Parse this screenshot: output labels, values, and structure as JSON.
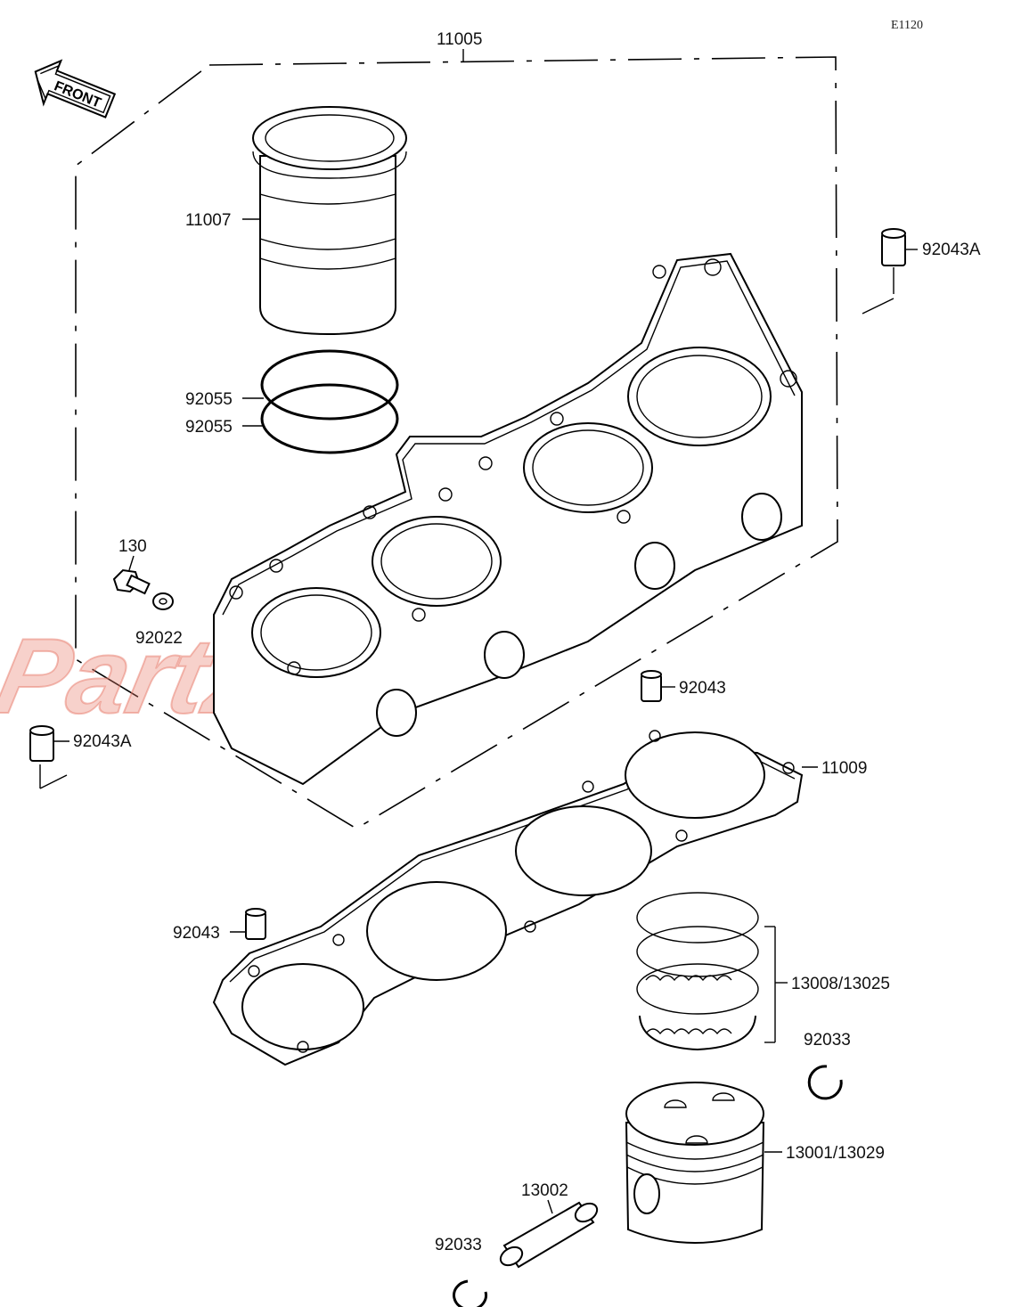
{
  "diagram": {
    "reference_code": "E1120",
    "front_label": "FRONT",
    "watermark": "Partzilla",
    "colors": {
      "line": "#000000",
      "background": "#ffffff",
      "watermark": "#e87a6a"
    },
    "callouts": {
      "c11005": "11005",
      "c11007": "11007",
      "c92055a": "92055",
      "c92055b": "92055",
      "c130": "130",
      "c92022": "92022",
      "c92043A_top": "92043A",
      "c92043A_left": "92043A",
      "c92043_mid": "92043",
      "c92043_low": "92043",
      "c11009": "11009",
      "c13008": "13008/13025",
      "c92033_right": "92033",
      "c13001": "13001/13029",
      "c13002": "13002",
      "c92033_bottom": "92033"
    }
  }
}
